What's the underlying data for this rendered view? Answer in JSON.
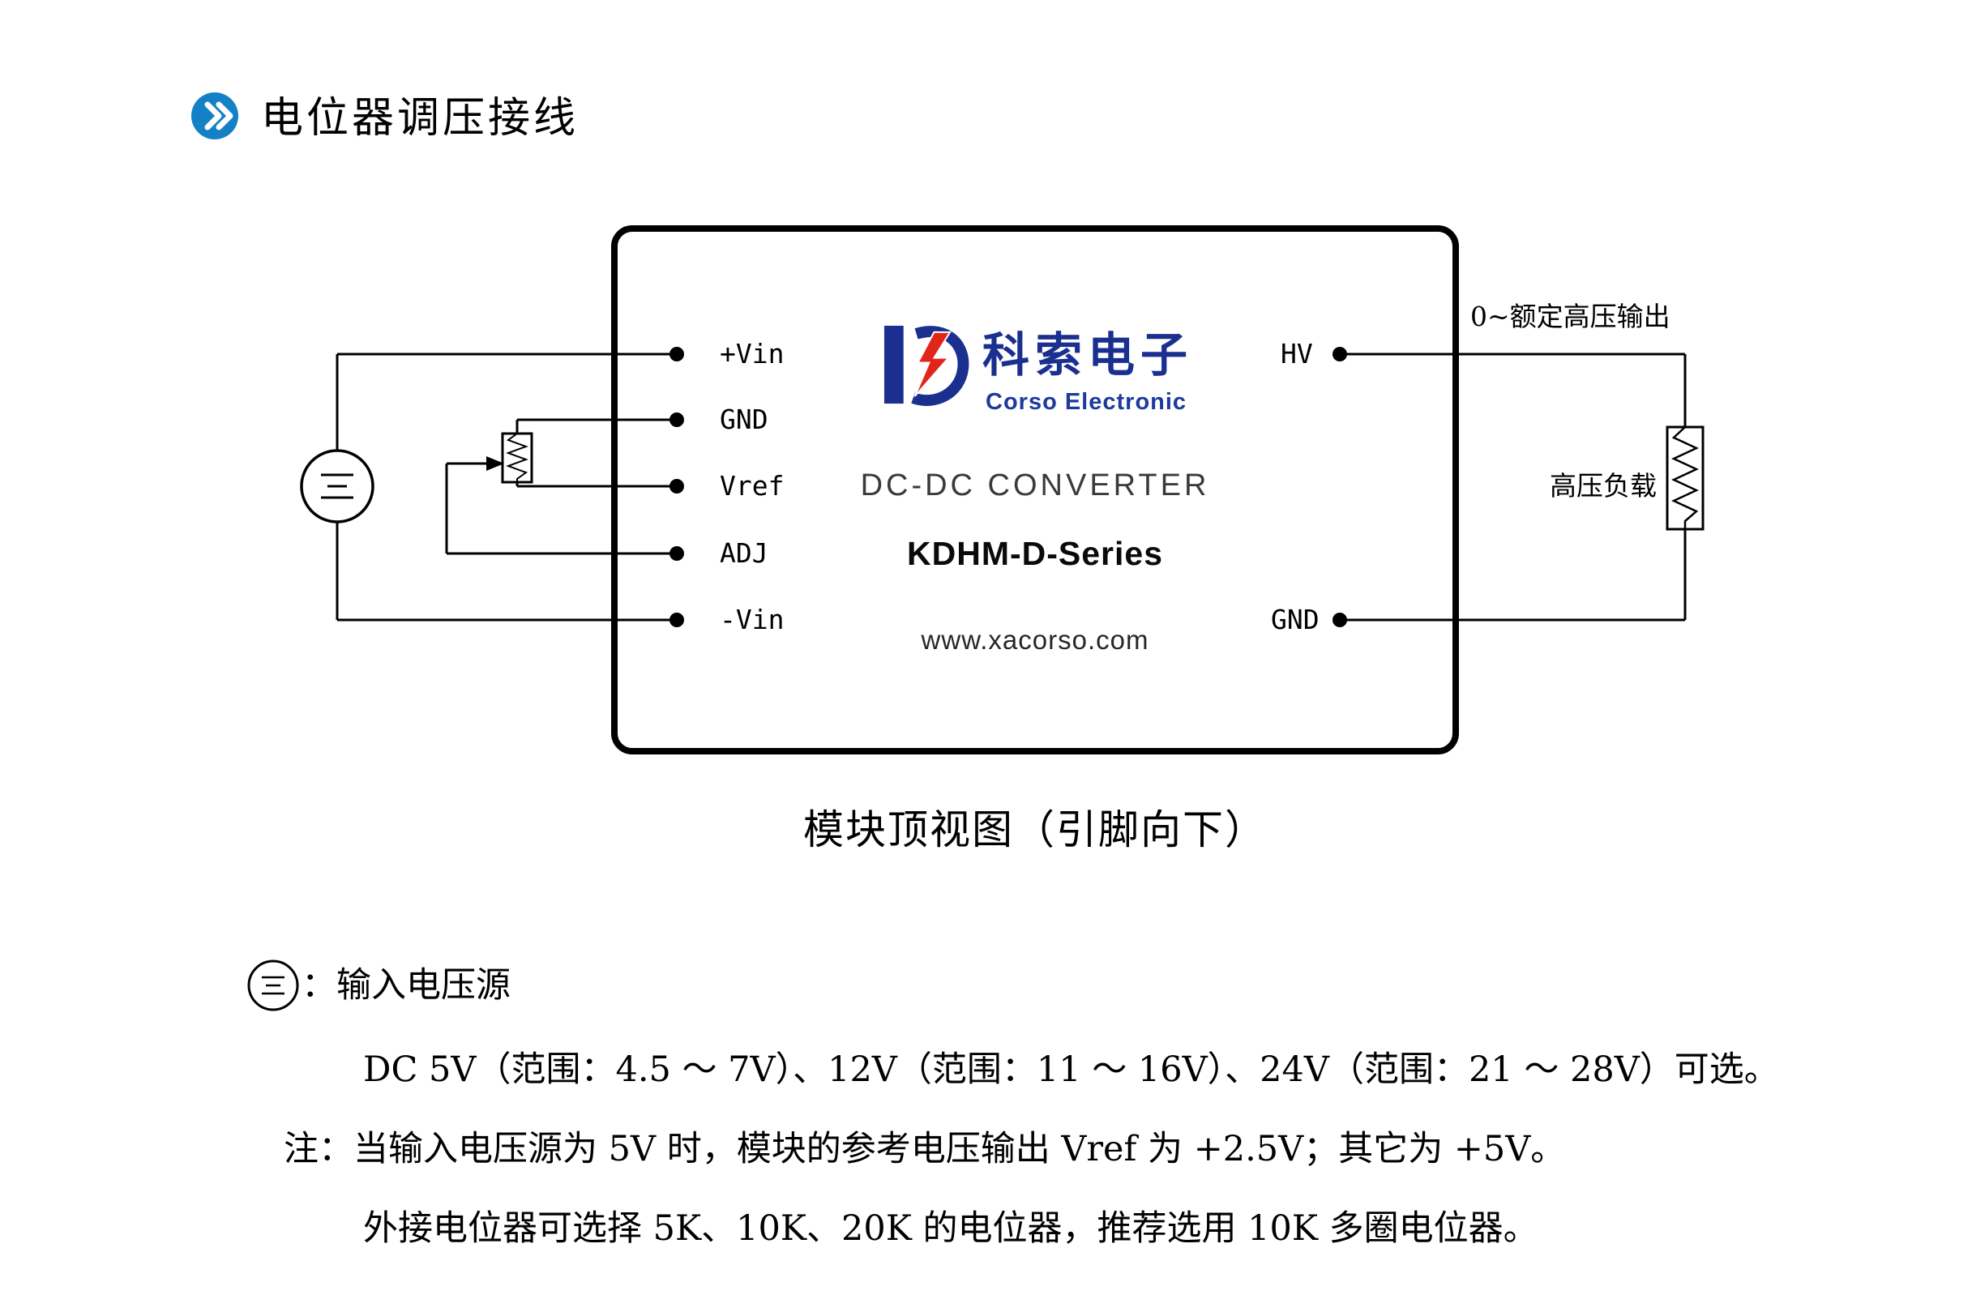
{
  "header": {
    "title": "电位器调压接线"
  },
  "module": {
    "brand_cn": "科索电子",
    "brand_en": "Corso Electronic",
    "converter_label": "DC-DC CONVERTER",
    "series_label": "KDHM-D-Series",
    "website": "www.xacorso.com",
    "left_pins": [
      "+Vin",
      "GND",
      "Vref",
      "ADJ",
      "-Vin"
    ],
    "right_pins": [
      "HV",
      "GND"
    ]
  },
  "diagram": {
    "output_label": "0~额定高压输出",
    "load_label": "高压负载",
    "caption": "模块顶视图（引脚向下）",
    "icons": {
      "header_icon": "double-chevron-right",
      "source_icon": "dc-voltage-source",
      "logo_icon": "corso-lightning-k",
      "potentiometer": "potentiometer-with-wiper-arrow",
      "load": "resistor-load"
    }
  },
  "notes": {
    "source_label": "：输入电压源",
    "line1": "DC 5V（范围：4.5 ～ 7V）、12V（范围：11 ～ 16V）、24V（范围：21 ～ 28V）可选。",
    "line2": "注：当输入电压源为 5V 时，模块的参考电压输出 Vref 为 +2.5V；其它为 +5V。",
    "line3": "外接电位器可选择 5K、10K、20K 的电位器，推荐选用 10K 多圈电位器。"
  },
  "colors": {
    "brand_navy": "#1a2f8f",
    "accent_red": "#e1251b",
    "icon_blue": "#1480c6",
    "line_black": "#000000"
  }
}
